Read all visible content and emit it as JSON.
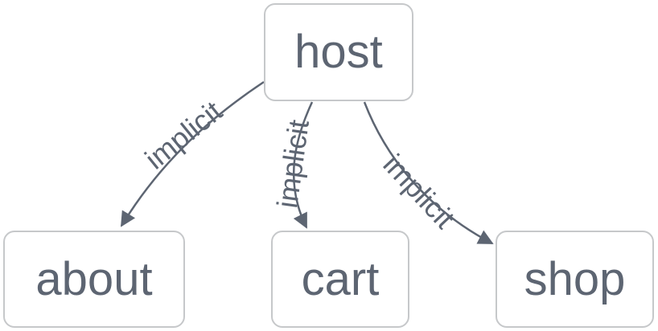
{
  "diagram": {
    "type": "flowchart",
    "direction": "top-down",
    "nodes": [
      {
        "id": "host",
        "label": "host"
      },
      {
        "id": "about",
        "label": "about"
      },
      {
        "id": "cart",
        "label": "cart"
      },
      {
        "id": "shop",
        "label": "shop"
      }
    ],
    "edges": [
      {
        "from": "host",
        "to": "about",
        "label": "implicit",
        "arrow": "filled-triangle"
      },
      {
        "from": "host",
        "to": "cart",
        "label": "implicit",
        "arrow": "filled-triangle"
      },
      {
        "from": "host",
        "to": "shop",
        "label": "implicit",
        "arrow": "filled-triangle"
      }
    ],
    "colors": {
      "ink": "#5d6572",
      "node_border": "#c6c8ca",
      "node_fill": "#ffffff",
      "background": "#ffffff"
    }
  }
}
